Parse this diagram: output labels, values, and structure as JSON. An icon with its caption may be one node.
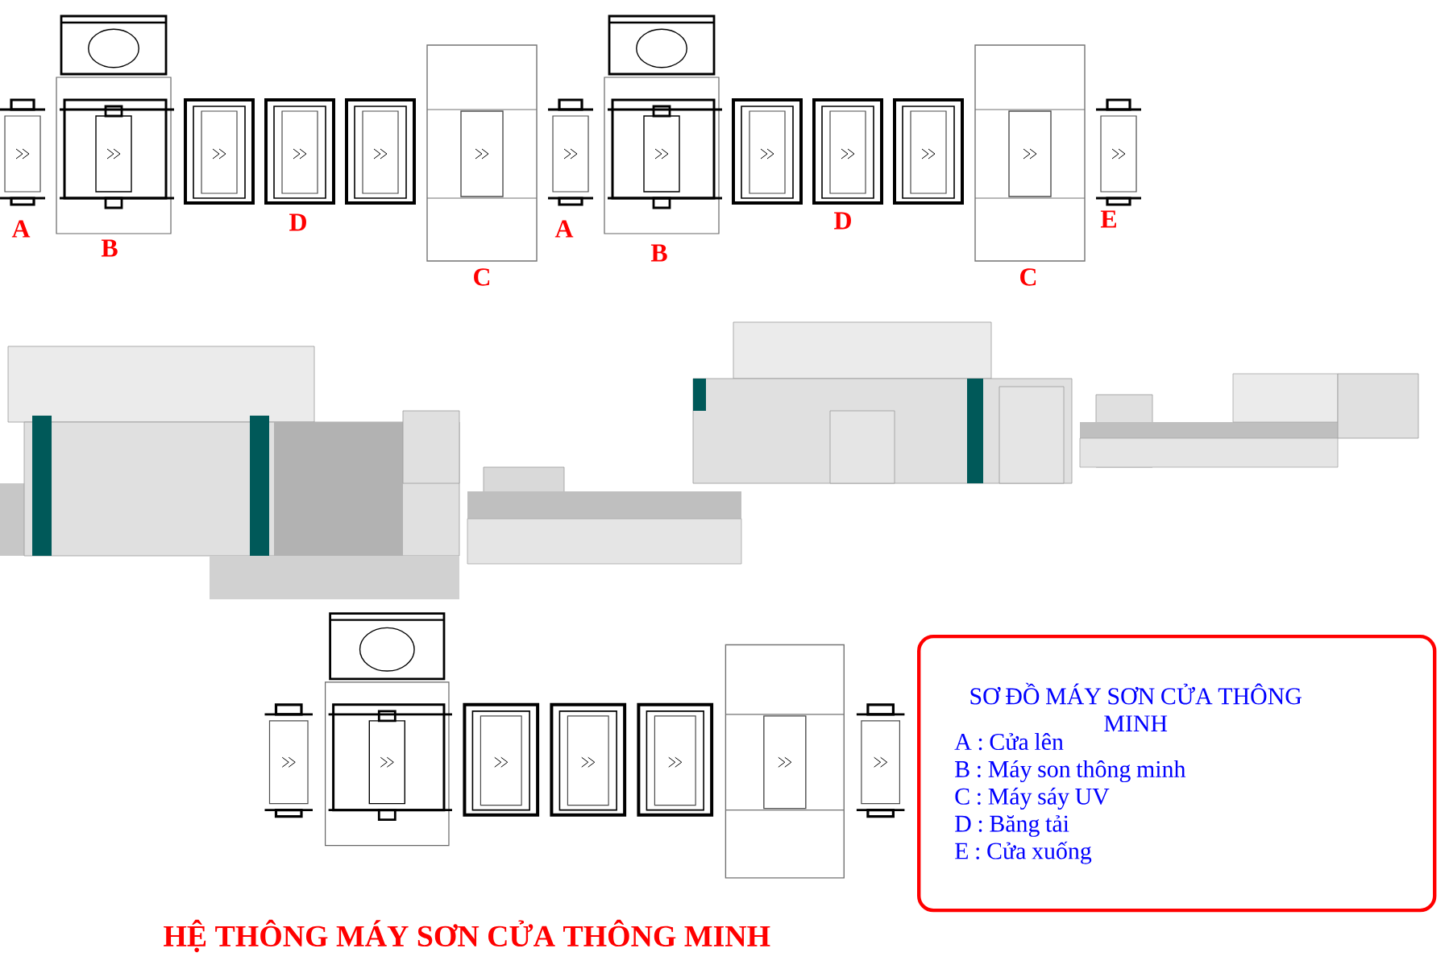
{
  "diagram": {
    "title": "HỆ THÔNG MÁY SƠN CỬA THÔNG MINH",
    "nodes": [
      {
        "text": [
          "SƠ ĐỒ MÁY SƠN CỬA THÔNG MINH",
          "A : Cửa lên",
          "B : Máy son thông minh",
          "C : Máy sáy UV",
          "D : Băng tải",
          "E : Cửa xuống"
        ]
      }
    ],
    "labels": [
      "A",
      "B",
      "D",
      "C",
      "A",
      "B",
      "D",
      "C",
      "E"
    ]
  }
}
